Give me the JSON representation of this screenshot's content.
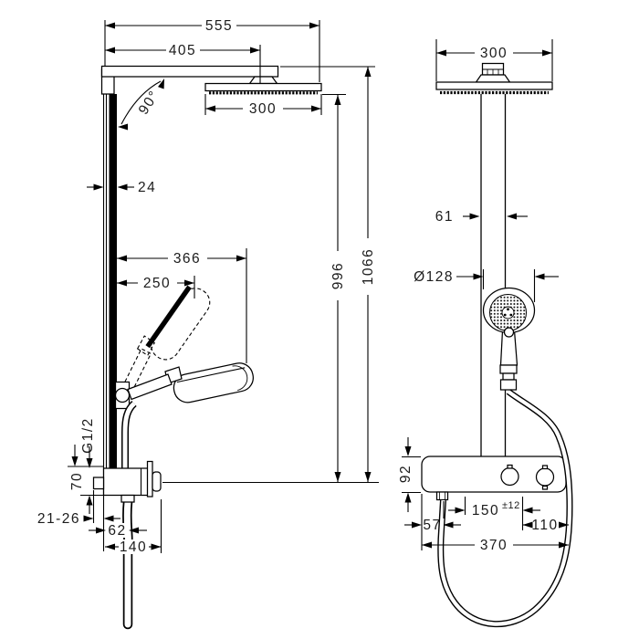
{
  "colors": {
    "line": "#000000",
    "background": "#ffffff"
  },
  "left_view": {
    "overall_width": "555",
    "arm_length": "405",
    "head_width": "300",
    "arm_angle": "90°",
    "pipe_depth": "24",
    "handshower_reach": "366",
    "handshower_reach_upper": "250",
    "pipe_height": "996",
    "total_height": "1066",
    "thread": "G1/2",
    "valve_height_side": "70",
    "wall_distance": "21-26",
    "hose_offset": "62",
    "total_depth": "140"
  },
  "front_view": {
    "head_width": "300",
    "pipe_width": "61",
    "handshower_diameter": "Ø128",
    "valve_height": "92",
    "outlet_offset": "57",
    "connection_distance": "150",
    "connection_tolerance": "±12",
    "hose_loop_width": "110",
    "valve_span": "370"
  }
}
